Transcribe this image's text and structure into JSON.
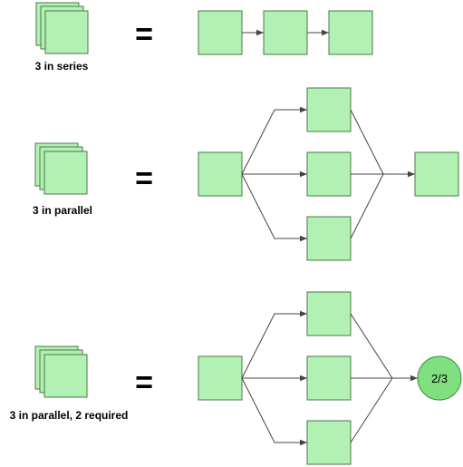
{
  "colors": {
    "box_fill": "#b3f0b3",
    "box_stroke": "#4a7a4a",
    "circle_fill": "#80e080",
    "circle_stroke": "#3a8a3a",
    "line": "#444444",
    "arrow": "#444444",
    "equals": "#000000"
  },
  "sections": [
    {
      "id": "series",
      "label": "3 in series",
      "equals": "="
    },
    {
      "id": "parallel",
      "label": "3 in parallel",
      "equals": "="
    },
    {
      "id": "parallel-2-required",
      "label": "3 in parallel, 2 required",
      "equals": "=",
      "vote_node": "2/3"
    }
  ]
}
